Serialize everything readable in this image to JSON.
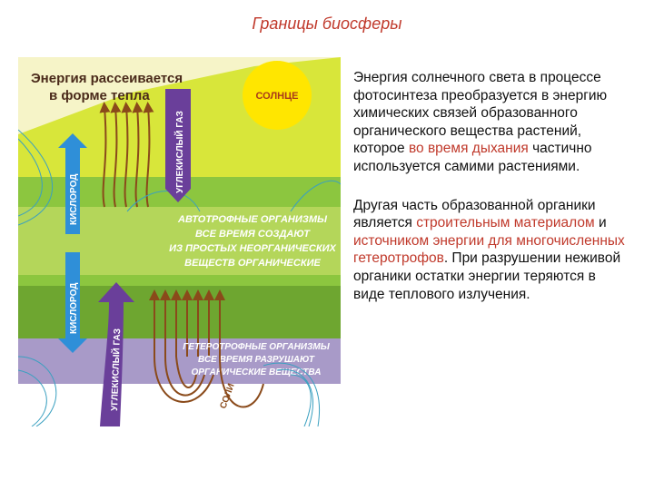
{
  "title": "Границы биосферы",
  "diagram": {
    "energy_label_line1": "Энергия рассеивается",
    "energy_label_line2": "в форме тепла",
    "sun_label": "СОЛНЦЕ",
    "co2_top": "УГЛЕКИСЛЫЙ ГАЗ",
    "oxygen_top": "КИСЛОРОД",
    "oxygen_bottom": "КИСЛОРОД",
    "co2_bottom": "УГЛЕКИСЛЫЙ ГАЗ",
    "autotroph_lines": [
      "АВТОТРОФНЫЕ ОРГАНИЗМЫ",
      "ВСЕ ВРЕМЯ СОЗДАЮТ",
      "ИЗ ПРОСТЫХ НЕОРГАНИЧЕСКИХ",
      "ВЕЩЕСТВ ОРГАНИЧЕСКИЕ"
    ],
    "heterotroph_lines": [
      "ГЕТЕРОТРОФНЫЕ ОРГАНИЗМЫ",
      "ВСЕ ВРЕМЯ РАЗРУШАЮТ",
      "ОРГАНИЧЕСКИЕ ВЕЩЕСТВА"
    ],
    "soil_label": "СОЛИ",
    "colors": {
      "sky": "#d8e63a",
      "green": "#8cc63f",
      "dark_green": "#6ea630",
      "purple": "#a28ac2",
      "oxygen_arrow": "#2f8fd8",
      "co2_arrow": "#6a3f9a",
      "heat_arrow": "#8a4a1a",
      "sun": "#ffe600"
    }
  },
  "paragraph1": {
    "part1": "Энергия солнечного света в процессе фотосинтеза преобразуется в энергию химических связей образованного органического вещества растений, которое ",
    "highlight1": "во время дыхания",
    "part2": " частично используется самими растениями."
  },
  "paragraph2": {
    "part1": "Другая часть образованной органики является ",
    "highlight1": "строительным материалом",
    "part2": " и ",
    "highlight2": "источником энергии для многочисленных гетеротрофов",
    "part3": ". При разрушении неживой органики остатки энергии теряются в виде теплового излучения."
  }
}
